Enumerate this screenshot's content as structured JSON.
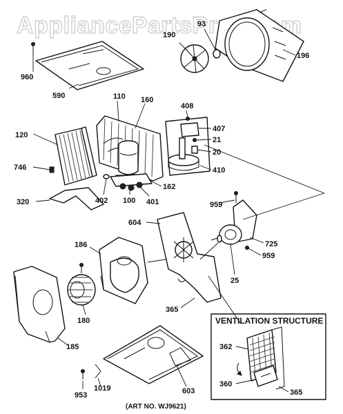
{
  "watermark": "AppliancePartsPros.com",
  "inset_title": "VENTILATION STRUCTURE",
  "art_number": "(ART NO. WJ9621)",
  "part_numbers": {
    "p960": "960",
    "p590": "590",
    "p190": "190",
    "p93": "93",
    "p196": "196",
    "p110": "110",
    "p160": "160",
    "p408": "408",
    "p407": "407",
    "p120": "120",
    "p21": "21",
    "p20": "20",
    "p746": "746",
    "p410": "410",
    "p162": "162",
    "p402": "402",
    "p100": "100",
    "p401": "401",
    "p320": "320",
    "p959a": "959",
    "p604": "604",
    "p186": "186",
    "p725": "725",
    "p959b": "959",
    "p25": "25",
    "p365a": "365",
    "p180": "180",
    "p185": "185",
    "p362": "362",
    "p360": "360",
    "p365b": "365",
    "p603": "603",
    "p953": "953",
    "p1019": "1019"
  }
}
